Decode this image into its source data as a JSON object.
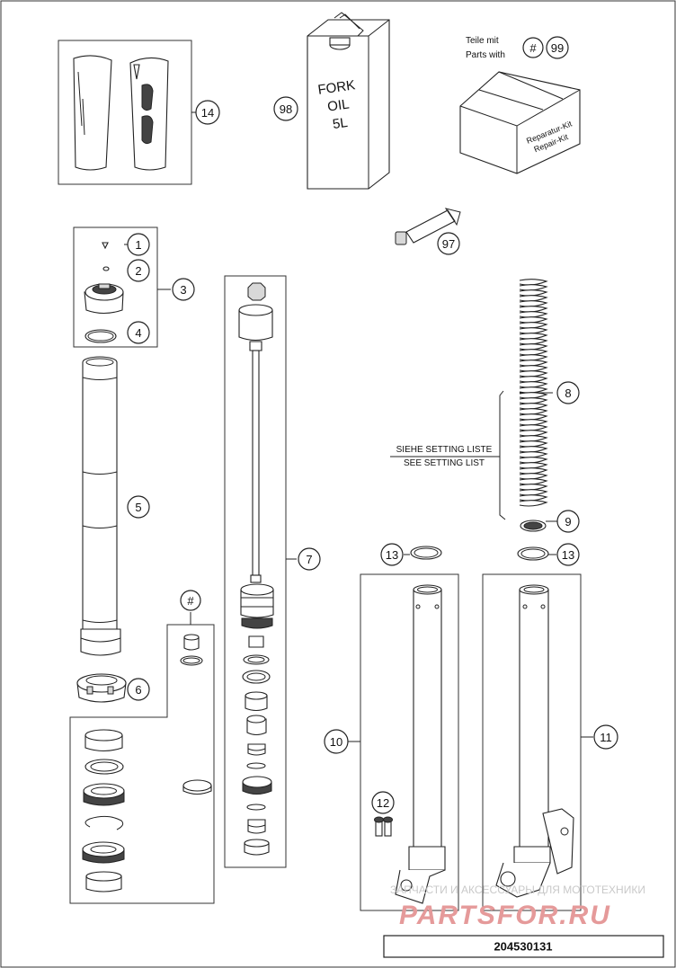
{
  "callouts": {
    "c1": "1",
    "c2": "2",
    "c3": "3",
    "c4": "4",
    "c5": "5",
    "c6": "6",
    "c7": "7",
    "c8": "8",
    "c9": "9",
    "c10": "10",
    "c11": "11",
    "c12": "12",
    "c13a": "13",
    "c13b": "13",
    "c14": "14",
    "c97": "97",
    "c98": "98",
    "c99": "99",
    "hash_legend": "#",
    "hash_group": "#"
  },
  "legend": {
    "line1": "Teile mit",
    "line2": "Parts with"
  },
  "oil_can": {
    "line1": "FORK",
    "line2": "OIL",
    "line3": "5L"
  },
  "repair_kit": {
    "line1": "Reparatur-Kit",
    "line2": "Repair-Kit"
  },
  "setting": {
    "line1": "SIEHE SETTING LISTE",
    "line2": "SEE SETTING LIST"
  },
  "watermark": {
    "line1": "ЗАПЧАСТИ И АКСЕССУАРЫ ДЛЯ МОТОТЕХНИКИ",
    "line2": "PARTSFOR.RU"
  },
  "document_number": "204530131",
  "colors": {
    "line": "#222222",
    "watermark_red": "#e59a9a",
    "watermark_gray": "#c9c9c9"
  }
}
